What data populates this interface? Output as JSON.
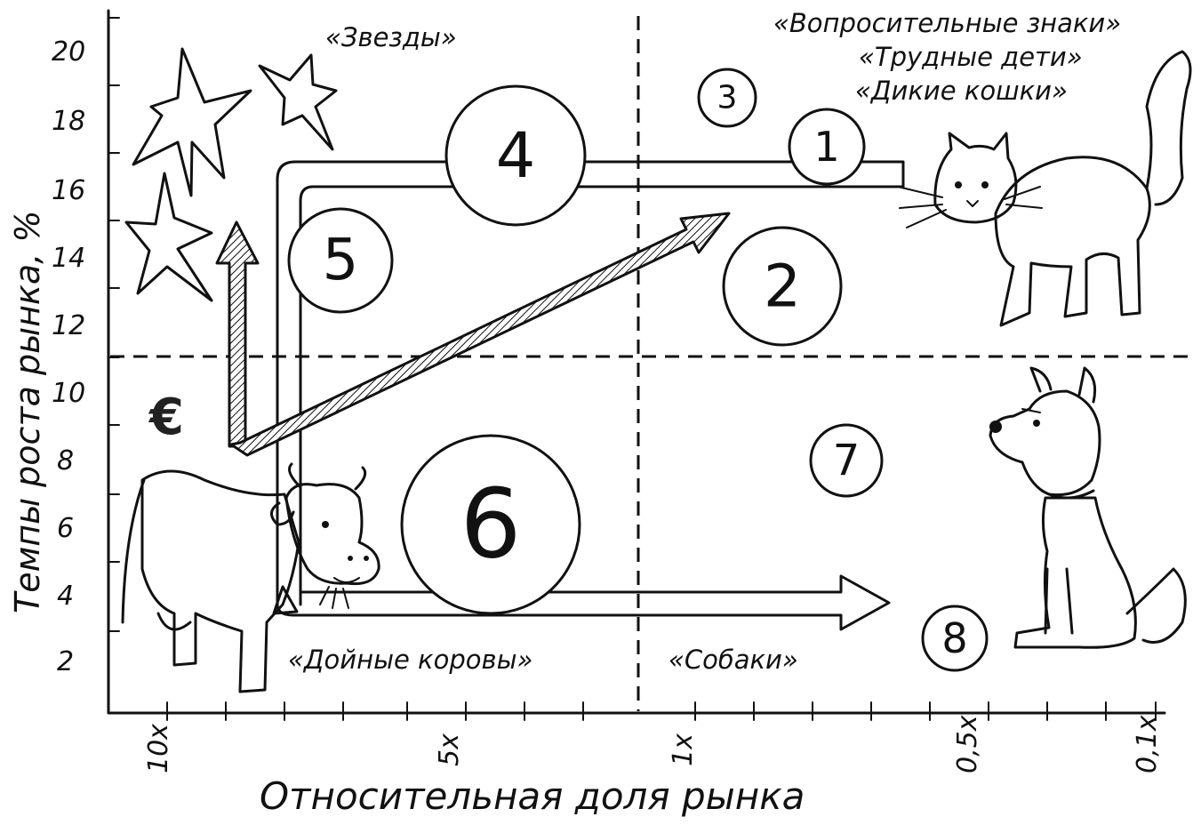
{
  "axes": {
    "y_label": "Темпы роста рынка, %",
    "x_label": "Относительная доля рынка",
    "y_ticks": [
      "2",
      "4",
      "6",
      "8",
      "10",
      "12",
      "14",
      "16",
      "18",
      "20"
    ],
    "x_ticks": [
      "10x",
      "5x",
      "1x",
      "0,5x",
      "0,1x"
    ]
  },
  "quadrants": {
    "stars": "«Звезды»",
    "question_marks": [
      "«Вопросительные знаки»",
      "«Трудные дети»",
      "«Дикие кошки»"
    ],
    "cash_cows": "«Дойные коровы»",
    "dogs": "«Собаки»"
  },
  "circles": [
    "1",
    "2",
    "3",
    "4",
    "5",
    "6",
    "7",
    "8"
  ],
  "currency_symbol": "€",
  "icons": [
    "star-icon",
    "cat-illustration",
    "cow-illustration",
    "dog-illustration",
    "euro-icon"
  ]
}
